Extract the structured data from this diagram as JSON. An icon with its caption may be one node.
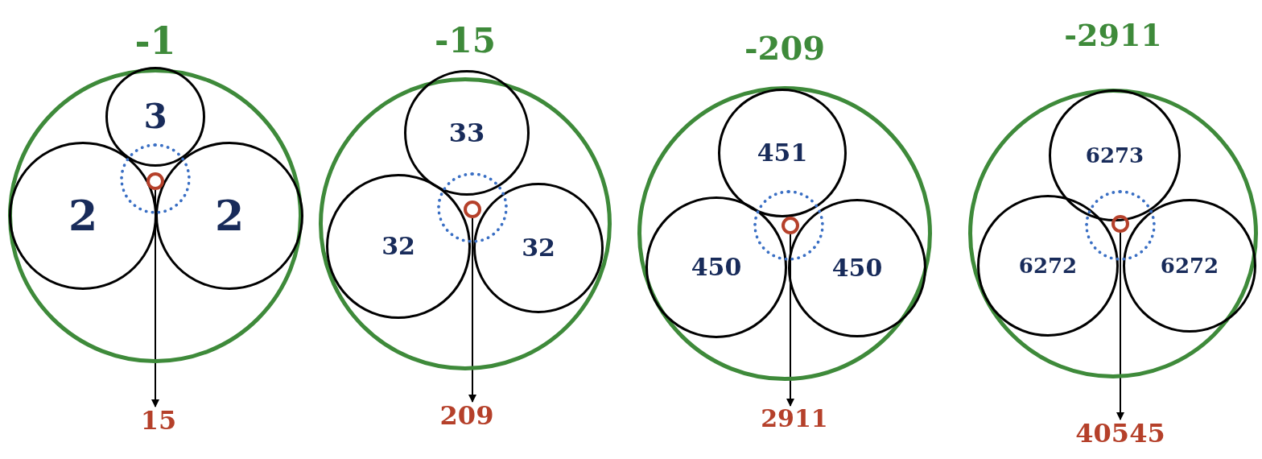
{
  "diagram": {
    "nodes": [
      {
        "text": [
          "-1"
        ]
      },
      {
        "text": [
          "3"
        ],
        "in": 0
      },
      {
        "text": [
          "2"
        ],
        "in": 0
      },
      {
        "text": [
          "2"
        ],
        "in": 0
      },
      {
        "text": [],
        "shape": "circle",
        "in": 0
      },
      {
        "text": [
          "15"
        ]
      },
      {
        "text": [
          "-15"
        ]
      },
      {
        "text": [
          "33"
        ],
        "in": 6
      },
      {
        "text": [
          "32"
        ],
        "in": 6
      },
      {
        "text": [
          "32"
        ],
        "in": 6
      },
      {
        "text": [],
        "shape": "circle",
        "in": 6
      },
      {
        "text": [
          "209"
        ]
      },
      {
        "text": [
          "-209"
        ]
      },
      {
        "text": [
          "451"
        ],
        "in": 12
      },
      {
        "text": [
          "450"
        ],
        "in": 12
      },
      {
        "text": [
          "450"
        ],
        "in": 12
      },
      {
        "text": [],
        "shape": "circle",
        "in": 12
      },
      {
        "text": [
          "2911"
        ]
      },
      {
        "text": [
          "-2911"
        ]
      },
      {
        "text": [
          "6273"
        ],
        "in": 18
      },
      {
        "text": [
          "6272"
        ],
        "in": 18
      },
      {
        "text": [
          "6272"
        ],
        "in": 18
      },
      {
        "text": [],
        "shape": "circle",
        "in": 18
      },
      {
        "text": [
          "40545"
        ]
      }
    ],
    "edges": [
      {
        "from": 4,
        "to": 5,
        "arrow": "to"
      },
      {
        "from": 10,
        "to": 11,
        "arrow": "to"
      },
      {
        "from": 16,
        "to": 17,
        "arrow": "to"
      },
      {
        "from": 22,
        "to": 23,
        "arrow": "to"
      }
    ]
  }
}
